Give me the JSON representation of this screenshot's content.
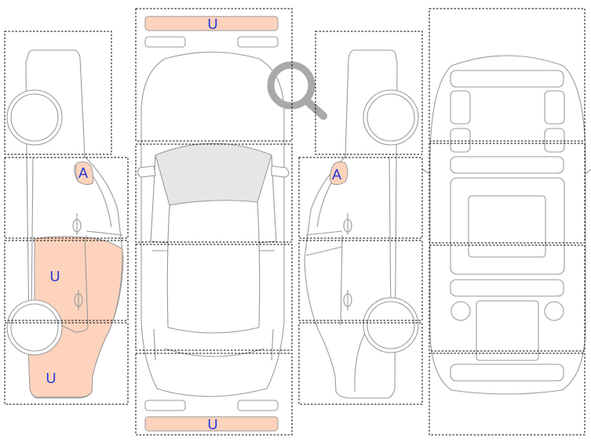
{
  "marks": {
    "front_bumper": "U",
    "rear_bumper": "U",
    "left_front_wing": "A",
    "left_front_door": "U",
    "left_rear_quarter": "U",
    "right_front_wing": "A"
  },
  "colors": {
    "damage_fill": "#fdd3bd",
    "mark_text": "#1f35d6",
    "outline": "#9a9a9a",
    "zone_border": "#000000"
  },
  "icons": {
    "zoom": "magnifier-icon"
  }
}
